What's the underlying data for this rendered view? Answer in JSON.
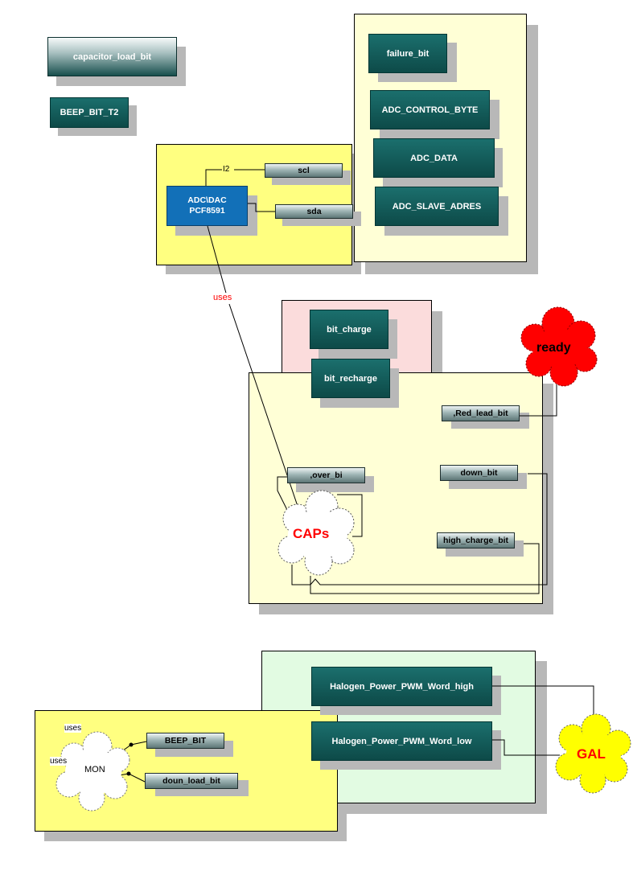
{
  "blocks": {
    "capacitor_load_bit": "capacitor_load_bit",
    "beep_bit_t2": "BEEP_BIT_T2",
    "failure_bit": "failure_bit",
    "adc_control_byte": "ADC_CONTROL_BYTE",
    "adc_data": "ADC_DATA",
    "adc_slave_adres": "ADC_SLAVE_ADRES",
    "adc_dac_line1": "ADC\\DAC",
    "adc_dac_line2": "PCF8591",
    "scl": "scl",
    "sda": "sda",
    "i2c_label": "I2",
    "bit_charge": "bit_charge",
    "bit_recharge": "bit_recharge",
    "red_lead_bit": ",Red_lead_bit",
    "over_bi": ",over_bi",
    "down_bit": "down_bit",
    "high_charge_bit": "high_charge_bit",
    "halogen_high": "Halogen_Power_PWM_Word_high",
    "halogen_low": "Halogen_Power_PWM_Word_low",
    "beep_bit": "BEEP_BIT",
    "doun_load_bit": "doun_load_bit"
  },
  "clouds": {
    "ready": "ready",
    "caps": "CAPs",
    "gal": "GAL",
    "mon": "MON"
  },
  "links": {
    "uses_red": "uses",
    "uses_top": "uses",
    "uses_mid": "uses"
  },
  "colors": {
    "teal_block": "#0d4a48",
    "ic_blue": "#1270b8",
    "panel_yellow": "#ffff80",
    "panel_cream": "#ffffd6",
    "panel_pink": "#fbdcdc",
    "panel_mint": "#e2fbe2",
    "cloud_red": "#ff0000",
    "cloud_yellow": "#ffff00",
    "accent_red": "#ff0000"
  }
}
